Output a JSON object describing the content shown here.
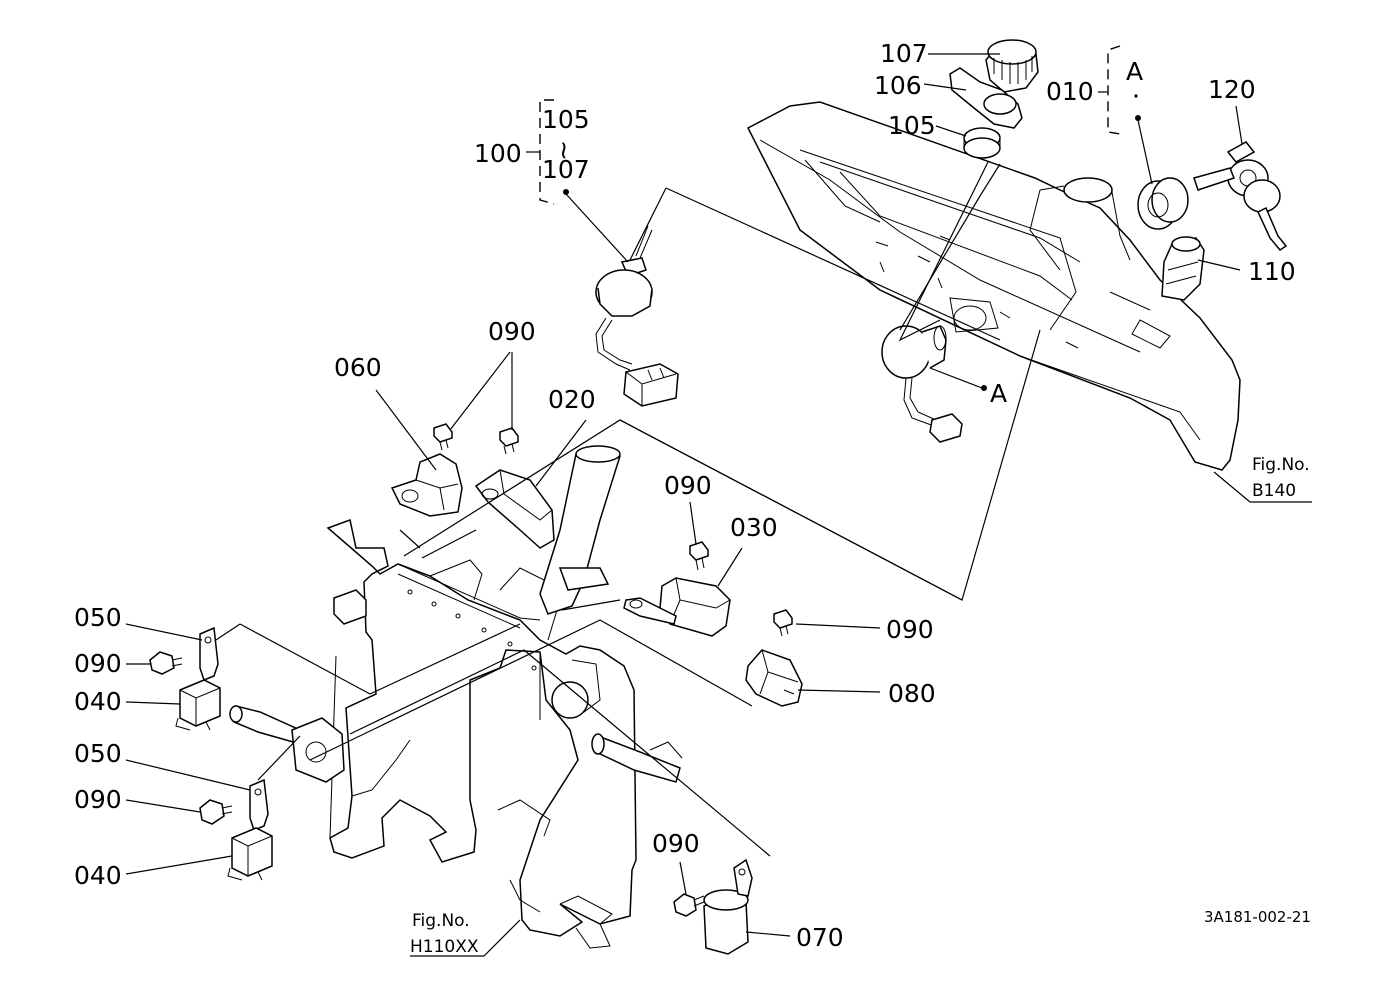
{
  "labels": {
    "p107": "107",
    "p106": "106",
    "p105a": "105",
    "p010": "010",
    "pA_bracket": "A",
    "p120": "120",
    "p110": "110",
    "p100": "100",
    "p105b": "105",
    "p107b": "107",
    "p090a": "090",
    "p060": "060",
    "p020": "020",
    "pA_switch": "A",
    "p090b": "090",
    "p030": "030",
    "p090c": "090",
    "p080": "080",
    "p050a": "050",
    "p090d": "090",
    "p040a": "040",
    "p050b": "050",
    "p090e": "090",
    "p040b": "040",
    "p090f": "090",
    "p070": "070"
  },
  "references": {
    "fig_b140_title": "Fig.No.",
    "fig_b140_value": "B140",
    "fig_h110_title": "Fig.No.",
    "fig_h110_value": "H110XX"
  },
  "drawing_code": "3A181-002-21",
  "bracket_tilde": "~"
}
